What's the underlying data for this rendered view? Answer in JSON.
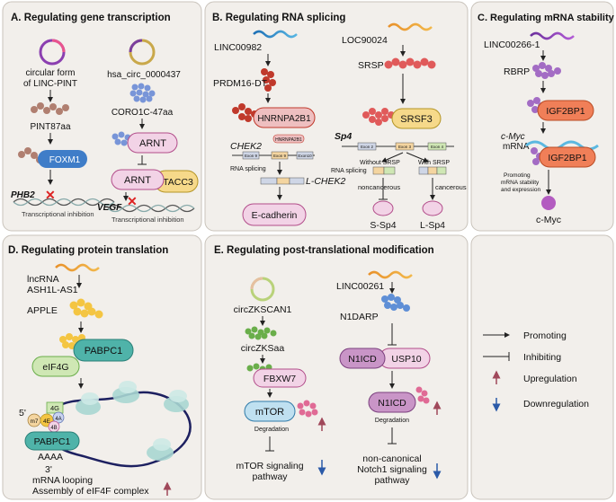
{
  "colors": {
    "panel_bg": "#f2efeb",
    "panel_border": "#c9c3bb",
    "pink_box": "#f2d3e6",
    "blue_box": "#3f7dc8",
    "orange_box": "#f07f58",
    "red_box": "#eebfc0",
    "yellow_box": "#f6d98a",
    "green_box": "#cfe7b4",
    "peptide_brown": "#b07f70",
    "peptide_blue": "#7895d8",
    "peptide_red": "#c0392b",
    "peptide_yellow": "#f4c542",
    "peptide_purple": "#a36cc4",
    "peptide_green": "#6aae4a",
    "peptide_pink": "#e06a95",
    "arrow_up": "#a0485a",
    "arrow_down": "#2b5aa8"
  },
  "panel_a": {
    "title": "A. Regulating gene transcription",
    "circ_label_1": "circular form",
    "circ_label_2": "of LINC-PINT",
    "pint": "PINT87aa",
    "foxm1": "FOXM1",
    "phb2": "PHB2",
    "trans_inhib_1": "Transcriptional inhibition",
    "hsa": "hsa_circ_0000437",
    "coro": "CORO1C-47aa",
    "arnt1": "ARNT",
    "arnt2": "ARNT",
    "tacc3": "TACC3",
    "vegf": "VEGF",
    "trans_inhib_2": "Transcriptional inhibition"
  },
  "panel_b": {
    "title": "B. Regulating RNA splicing",
    "linc00982": "LINC00982",
    "prdm16": "PRDM16-DT",
    "hnrnpa2b1": "HNRNPA2B1",
    "chek2": "CHEK2",
    "exon9": "Exon 9",
    "exon10": "Exon10",
    "exon_mid": "Exon 9",
    "small_label": "HNRNPA2B1",
    "rna_splicing": "RNA splicing",
    "lchek2": "L-CHEK2",
    "ecad": "E-cadherin",
    "loc90024": "LOC90024",
    "srsp": "SRSP",
    "srsf3": "SRSF3",
    "sp4": "Sp4",
    "exon2": "Exon 2",
    "exon3": "Exon 3",
    "exon4": "Exon 4",
    "without_srsp": "Without SRSP",
    "with_srsp": "With SRSP",
    "rna_splicing_2": "RNA splicing",
    "noncancerous": "noncancerous",
    "cancerous": "cancerous",
    "ssp4": "S-Sp4",
    "lsp4": "L-Sp4"
  },
  "panel_c": {
    "title": "C. Regulating mRNA stability",
    "linc00266": "LINC00266-1",
    "rbrp": "RBRP",
    "igf2bp1_a": "IGF2BP1",
    "cmyc_mrna_1": "c-Myc",
    "cmyc_mrna_2": "mRNA",
    "igf2bp1_b": "IGF2BP1",
    "promoting_1": "Promoting",
    "promoting_2": "mRNA stability",
    "promoting_3": "and expression",
    "cmyc": "c-Myc"
  },
  "panel_d": {
    "title": "D. Regulating protein translation",
    "lncrna_1": "lncRNA",
    "lncrna_2": "ASH1L-AS1",
    "apple": "APPLE",
    "pabpc1_a": "PABPC1",
    "eif4g": "eIF4G",
    "five_prime": "5'",
    "m7": "m7",
    "g4": "4G",
    "e4": "4E",
    "a4": "4A",
    "b4": "4B",
    "pabpc1_b": "PABPC1",
    "aaaa": "AAAA",
    "three_prime": "3'",
    "looping": "mRNA looping",
    "assembly": "Assembly of eIF4F complex"
  },
  "panel_e": {
    "title": "E. Regulating post-translational modification",
    "circzkscan1": "circZKSCAN1",
    "circzksaa": "circZKSaa",
    "fbxw7": "FBXW7",
    "mtor": "mTOR",
    "degradation_1": "Degradation",
    "mtor_path_1": "mTOR signaling",
    "mtor_path_2": "pathway",
    "linc00261": "LINC00261",
    "n1darp": "N1DARP",
    "n1icd_a": "N1ICD",
    "usp10": "USP10",
    "n1icd_b": "N1ICD",
    "degradation_2": "Degradation",
    "notch_1": "non-canonical",
    "notch_2": "Notch1 signaling",
    "notch_3": "pathway"
  },
  "legend": {
    "promoting": "Promoting",
    "inhibiting": "Inhibiting",
    "upregulation": "Upregulation",
    "downregulation": "Downregulation"
  }
}
